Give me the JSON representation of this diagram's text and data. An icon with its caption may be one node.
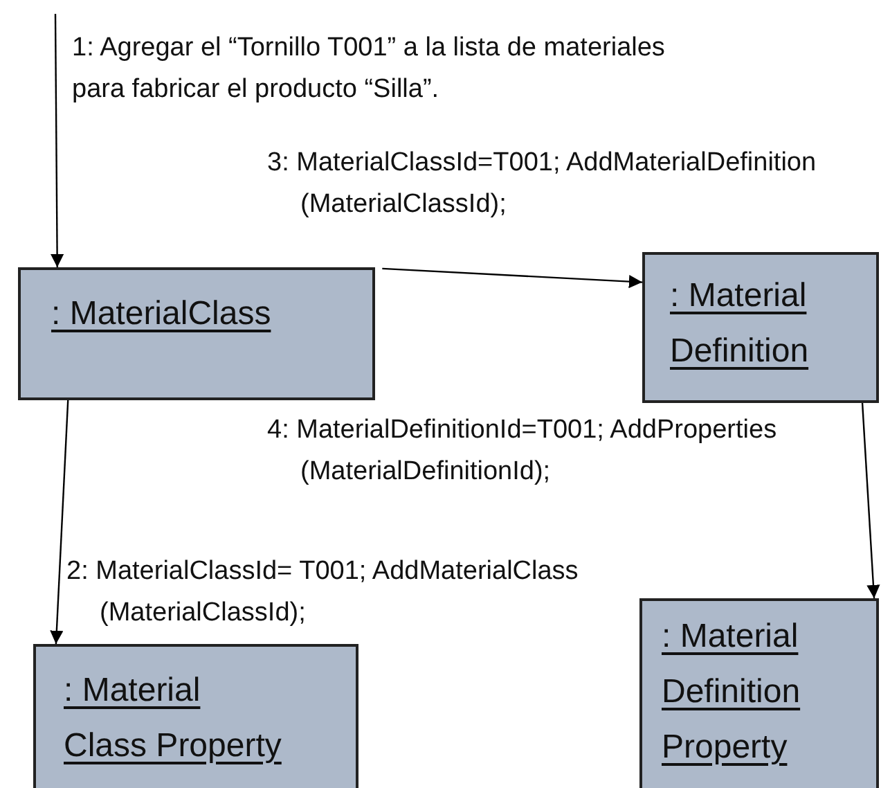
{
  "diagram": {
    "nodes": [
      {
        "text": [
          ": MaterialClass"
        ]
      },
      {
        "text": [
          ": Material Definition"
        ]
      },
      {
        "text": [
          ": Material Class Property"
        ]
      },
      {
        "text": [
          ": Material Definition Property"
        ]
      }
    ],
    "edges": [
      {
        "from": null,
        "to": 0,
        "arrow": "to",
        "label": "1: Agregar el “Tornillo T001” a la lista de materiales para fabricar el producto “Silla”."
      },
      {
        "from": 0,
        "to": 1,
        "arrow": "to",
        "label": "3: MaterialClassId=T001; AddMaterialDefinition (MaterialClassId);"
      },
      {
        "from": 0,
        "to": 2,
        "arrow": "to",
        "label": "2: MaterialClassId= T001; AddMaterialClass (MaterialClassId);"
      },
      {
        "from": 1,
        "to": 3,
        "arrow": "to",
        "label": "4: MaterialDefinitionId=T001; AddProperties (MaterialDefinitionId);"
      }
    ]
  }
}
